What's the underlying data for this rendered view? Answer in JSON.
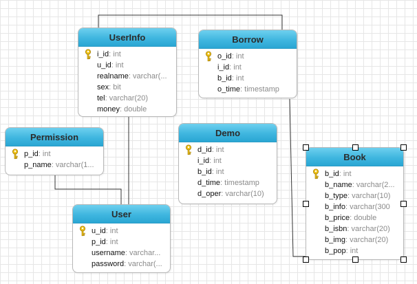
{
  "entities": {
    "userinfo": {
      "title": "UserInfo",
      "fields": [
        {
          "name": "i_id",
          "type": "int",
          "pk": true
        },
        {
          "name": "u_id",
          "type": "int",
          "pk": false
        },
        {
          "name": "realname",
          "type": "varchar(...",
          "pk": false
        },
        {
          "name": "sex",
          "type": "bit",
          "pk": false
        },
        {
          "name": "tel",
          "type": "varchar(20)",
          "pk": false
        },
        {
          "name": "money",
          "type": "double",
          "pk": false
        }
      ]
    },
    "borrow": {
      "title": "Borrow",
      "fields": [
        {
          "name": "o_id",
          "type": "int",
          "pk": true
        },
        {
          "name": "i_id",
          "type": "int",
          "pk": false
        },
        {
          "name": "b_id",
          "type": "int",
          "pk": false
        },
        {
          "name": "o_time",
          "type": "timestamp",
          "pk": false
        }
      ]
    },
    "permission": {
      "title": "Permission",
      "fields": [
        {
          "name": "p_id",
          "type": "int",
          "pk": true
        },
        {
          "name": "p_name",
          "type": "varchar(1...",
          "pk": false
        }
      ]
    },
    "demo": {
      "title": "Demo",
      "fields": [
        {
          "name": "d_id",
          "type": "int",
          "pk": true
        },
        {
          "name": "i_id",
          "type": "int",
          "pk": false
        },
        {
          "name": "b_id",
          "type": "int",
          "pk": false
        },
        {
          "name": "d_time",
          "type": "timestamp",
          "pk": false
        },
        {
          "name": "d_oper",
          "type": "varchar(10)",
          "pk": false
        }
      ]
    },
    "user": {
      "title": "User",
      "fields": [
        {
          "name": "u_id",
          "type": "int",
          "pk": true
        },
        {
          "name": "p_id",
          "type": "int",
          "pk": false
        },
        {
          "name": "username",
          "type": "varchar...",
          "pk": false
        },
        {
          "name": "password",
          "type": "varchar(...",
          "pk": false
        }
      ]
    },
    "book": {
      "title": "Book",
      "selected": true,
      "fields": [
        {
          "name": "b_id",
          "type": "int",
          "pk": true
        },
        {
          "name": "b_name",
          "type": "varchar(2...",
          "pk": false
        },
        {
          "name": "b_type",
          "type": "varchar(10)",
          "pk": false
        },
        {
          "name": "b_info",
          "type": "varchar(300",
          "pk": false
        },
        {
          "name": "b_price",
          "type": "double",
          "pk": false
        },
        {
          "name": "b_isbn",
          "type": "varchar(20)",
          "pk": false
        },
        {
          "name": "b_img",
          "type": "varchar(20)",
          "pk": false
        },
        {
          "name": "b_pop",
          "type": "int",
          "pk": false
        }
      ]
    }
  },
  "relationships": [
    {
      "from": "userinfo",
      "to": "borrow"
    },
    {
      "from": "userinfo",
      "to": "user"
    },
    {
      "from": "permission",
      "to": "user"
    },
    {
      "from": "borrow",
      "to": "book"
    }
  ],
  "colors": {
    "header_top": "#6ed0ef",
    "header_bottom": "#2aa6d3",
    "key_icon": "#f0c419",
    "line": "#333333",
    "type_text": "#8a8a8a"
  },
  "icons": {
    "primary_key": "key-icon"
  }
}
